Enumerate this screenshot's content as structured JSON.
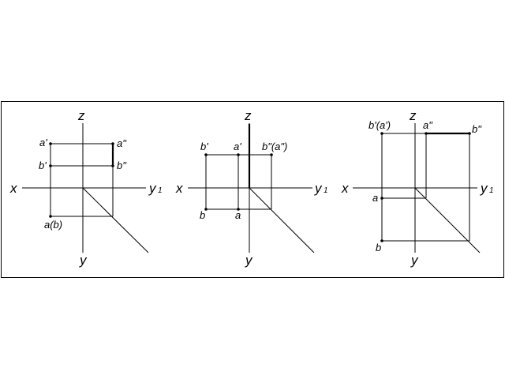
{
  "axis_labels": {
    "x": "x",
    "y1": "y",
    "y1_subscript": "1",
    "y": "y",
    "z": "z"
  },
  "panels": [
    {
      "labels": [
        "a'",
        "a\"",
        "b'",
        "b\"",
        "a(b)"
      ]
    },
    {
      "labels": [
        "b'",
        "a'",
        "b\"(a\")",
        "b",
        "a"
      ]
    },
    {
      "labels": [
        "b'(a')",
        "a\"",
        "b\"",
        "a",
        "b"
      ]
    }
  ]
}
